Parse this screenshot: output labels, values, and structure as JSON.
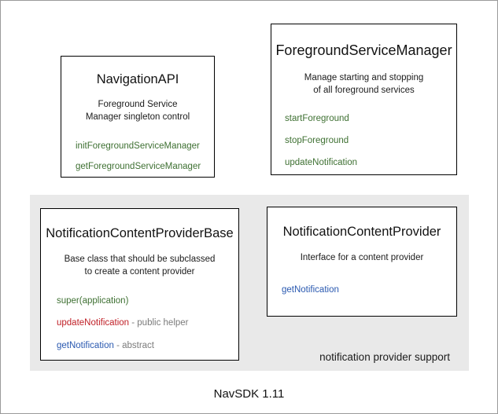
{
  "diagram": {
    "footer_label": "NavSDK 1.11",
    "group": {
      "caption": "notification provider support",
      "background_color": "#e9e9e9"
    },
    "colors": {
      "green": "#3e7032",
      "red": "#c02027",
      "blue": "#2a59b0",
      "note_gray": "#7b7b7b",
      "text": "#121212",
      "border": "#000000"
    },
    "cards": {
      "navigation_api": {
        "title": "NavigationAPI",
        "description_line1": "Foreground Service",
        "description_line2": "Manager singleton control",
        "members": [
          {
            "name": "initForegroundServiceManager",
            "note": ""
          },
          {
            "name": "getForegroundServiceManager",
            "note": ""
          }
        ]
      },
      "foreground_service_manager": {
        "title": "ForegroundServiceManager",
        "description_line1": "Manage starting and stopping",
        "description_line2": "of all foreground services",
        "members": [
          {
            "name": "startForeground",
            "note": ""
          },
          {
            "name": "stopForeground",
            "note": ""
          },
          {
            "name": "updateNotification",
            "note": ""
          }
        ]
      },
      "notification_content_provider_base": {
        "title": "NotificationContentProviderBase",
        "description_line1": "Base class that should be subclassed",
        "description_line2": "to create a content provider",
        "members": [
          {
            "name": "super(application)",
            "note": ""
          },
          {
            "name": "updateNotification",
            "note": " - public helper"
          },
          {
            "name": "getNotification",
            "note": " - abstract"
          }
        ]
      },
      "notification_content_provider": {
        "title": "NotificationContentProvider",
        "description_line1": "Interface for a content provider",
        "description_line2": "",
        "members": [
          {
            "name": "getNotification",
            "note": ""
          }
        ]
      }
    }
  }
}
